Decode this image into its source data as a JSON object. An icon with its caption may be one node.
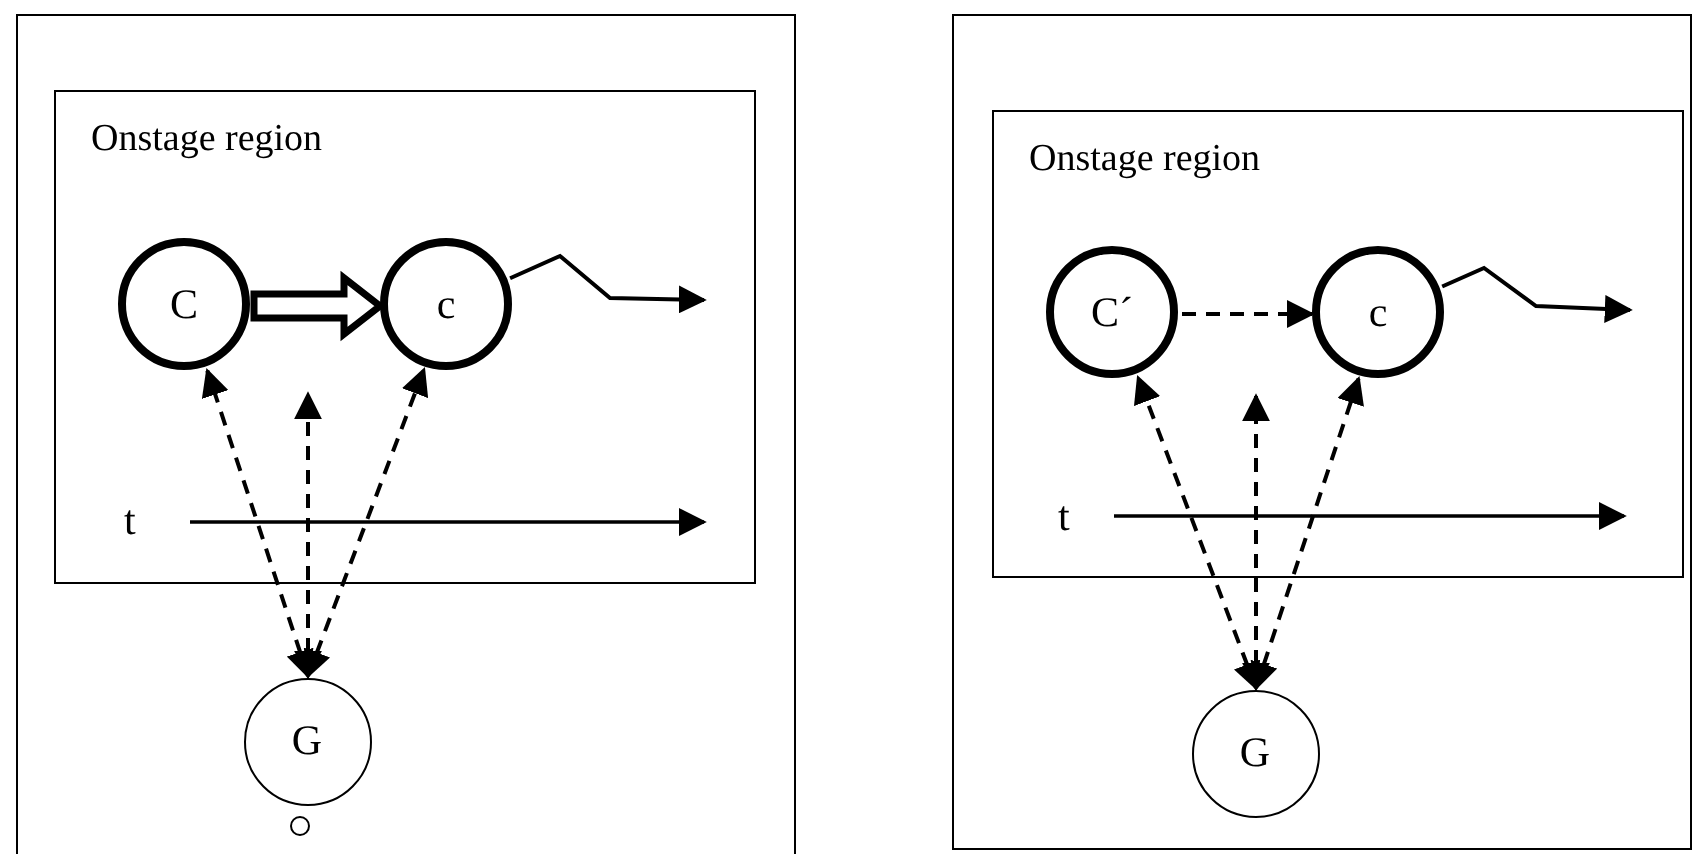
{
  "diagram": {
    "nodes": [
      {
        "text": [],
        "shape": "box"
      },
      {
        "text": [
          "Onstage region"
        ],
        "in": 0
      },
      {
        "text": [
          "C"
        ],
        "in": 1
      },
      {
        "text": [
          "c"
        ],
        "in": 1
      },
      {
        "text": [
          "G"
        ],
        "in": 0
      },
      {
        "text": [],
        "shape": "circle",
        "in": 0
      },
      {
        "text": [],
        "shape": "box"
      },
      {
        "text": [
          "Onstage region"
        ],
        "in": 6
      },
      {
        "text": [
          "C´"
        ],
        "in": 7
      },
      {
        "text": [
          "c"
        ],
        "in": 7
      },
      {
        "text": [
          "G"
        ],
        "in": 6
      }
    ],
    "edges": [
      {
        "from": 2,
        "to": 3,
        "arrow": "to",
        "style": "thick"
      },
      {
        "from": 4,
        "to": 2,
        "arrow": "both",
        "style": "dashed"
      },
      {
        "from": 4,
        "to": null,
        "arrow": "both",
        "style": "dashed"
      },
      {
        "from": 4,
        "to": 3,
        "arrow": "both",
        "style": "dashed"
      },
      {
        "from": 3,
        "to": null,
        "arrow": "to"
      },
      {
        "from": 8,
        "to": 9,
        "arrow": "to",
        "style": "dashed"
      },
      {
        "from": 10,
        "to": 8,
        "arrow": "both",
        "style": "dashed"
      },
      {
        "from": 10,
        "to": null,
        "arrow": "both",
        "style": "dashed"
      },
      {
        "from": 10,
        "to": 9,
        "arrow": "both",
        "style": "dashed"
      },
      {
        "from": 9,
        "to": null,
        "arrow": "to"
      }
    ],
    "labels": [
      "t",
      "t"
    ]
  }
}
